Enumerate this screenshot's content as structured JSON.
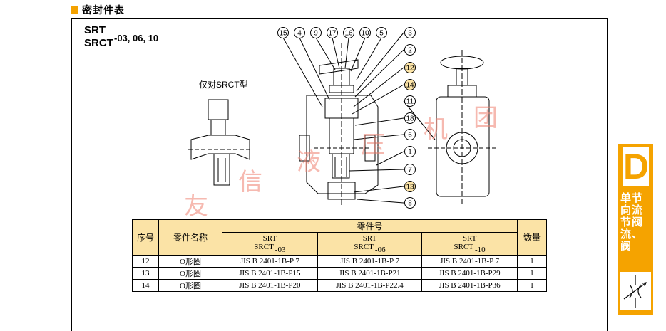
{
  "header": {
    "title": "密封件表"
  },
  "model": {
    "line1": "SRT",
    "line2": "SRCT",
    "suffix": "-03, 06, 10"
  },
  "drawing_note": "仅对SRCT型",
  "callouts": {
    "top": [
      "15",
      "4",
      "9",
      "17",
      "16",
      "10",
      "5",
      "3"
    ],
    "right": [
      "2",
      "12",
      "14",
      "11",
      "18",
      "6",
      "1",
      "7",
      "13",
      "8"
    ],
    "highlighted": [
      "12",
      "14",
      "13"
    ]
  },
  "watermark": [
    "友",
    "信",
    "液",
    "压",
    "机",
    "团"
  ],
  "table": {
    "headers": {
      "no": "序号",
      "name": "零件名称",
      "part_no": "零件号",
      "qty": "数量",
      "models": [
        {
          "line1": "SRT",
          "line2": "SRCT",
          "suffix": "-03"
        },
        {
          "line1": "SRT",
          "line2": "SRCT",
          "suffix": "-06"
        },
        {
          "line1": "SRT",
          "line2": "SRCT",
          "suffix": "-10"
        }
      ]
    },
    "rows": [
      {
        "no": "12",
        "name": "O形圈",
        "p03": "JIS B 2401-1B-P 7",
        "p06": "JIS B 2401-1B-P 7",
        "p10": "JIS B 2401-1B-P 7",
        "qty": "1"
      },
      {
        "no": "13",
        "name": "O形圈",
        "p03": "JIS B 2401-1B-P15",
        "p06": "JIS B 2401-1B-P21",
        "p10": "JIS B 2401-1B-P29",
        "qty": "1"
      },
      {
        "no": "14",
        "name": "O形圈",
        "p03": "JIS B 2401-1B-P20",
        "p06": "JIS B 2401-1B-P22.4",
        "p10": "JIS B 2401-1B-P36",
        "qty": "1"
      }
    ]
  },
  "side_tab": {
    "letter": "D",
    "text": "单节向流节阀流、阀"
  },
  "colors": {
    "accent": "#f5a300",
    "table_header": "#fbe3a6",
    "callout_fill": "#fbe3a6",
    "watermark": "#f08070"
  }
}
